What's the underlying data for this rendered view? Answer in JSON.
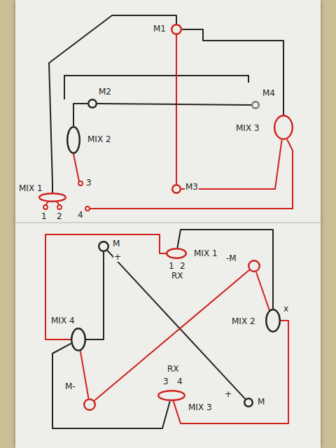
{
  "diagram": {
    "nodes": [
      {
        "text": [
          "M1"
        ]
      },
      {
        "text": [
          "M2"
        ]
      },
      {
        "text": [
          "M4"
        ]
      },
      {
        "text": [
          "MIX 2"
        ]
      },
      {
        "text": [
          "MIX 3"
        ]
      },
      {
        "text": [
          "M3"
        ]
      },
      {
        "text": [
          "MIX 1"
        ]
      },
      {
        "text": [
          "M"
        ]
      },
      {
        "text": [
          "MIX 1"
        ]
      },
      {
        "text": [
          "-M"
        ]
      },
      {
        "text": [
          "MIX 2"
        ]
      },
      {
        "text": [
          "MIX 4"
        ]
      },
      {
        "text": [
          "M-"
        ]
      },
      {
        "text": [
          "MIX 3"
        ]
      },
      {
        "text": [
          "M"
        ]
      }
    ],
    "edges": [
      {
        "from": 0,
        "to": 5,
        "arrow": "none"
      },
      {
        "from": 1,
        "to": 2,
        "arrow": "none"
      },
      {
        "from": 0,
        "to": 4,
        "arrow": "none"
      },
      {
        "from": 5,
        "to": 4,
        "arrow": "none"
      },
      {
        "from": 1,
        "to": 3,
        "arrow": "none"
      },
      {
        "from": 0,
        "to": 6,
        "arrow": "none"
      },
      {
        "from": 7,
        "to": 14,
        "arrow": "none"
      },
      {
        "from": 9,
        "to": 12,
        "arrow": "none"
      },
      {
        "from": 8,
        "to": 11,
        "arrow": "none"
      },
      {
        "from": 8,
        "to": 10,
        "arrow": "none"
      },
      {
        "from": 10,
        "to": 13,
        "arrow": "none"
      },
      {
        "from": 11,
        "to": 13,
        "arrow": "none"
      },
      {
        "from": 7,
        "to": 11,
        "arrow": "none"
      },
      {
        "from": 12,
        "to": 11,
        "arrow": "none"
      },
      {
        "from": 9,
        "to": 10,
        "arrow": "none"
      }
    ],
    "labels": [
      "1",
      "2",
      "3",
      "4",
      "+",
      "1",
      "2",
      "RX",
      "x",
      "RX",
      "3",
      "4",
      "+"
    ]
  }
}
